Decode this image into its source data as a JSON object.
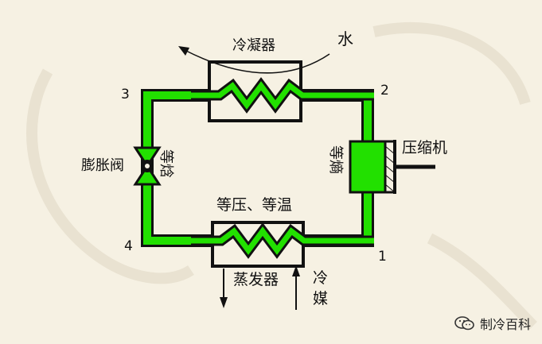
{
  "colors": {
    "background": "#f6f1e3",
    "refrigerant_line": "#22e000",
    "outline": "#111111"
  },
  "labels": {
    "condenser": "冷凝器",
    "water": "水",
    "compressor": "压缩机",
    "isentropic": "等熵",
    "expansion_valve": "膨胀阀",
    "isenthalpic": "等焓",
    "isobaric_isothermal": "等压、等温",
    "evaporator": "蒸发器",
    "refrigerant_medium": "冷媒"
  },
  "points": [
    "1",
    "2",
    "3",
    "4"
  ],
  "watermark": {
    "icon": "wechat-icon",
    "text": "制冷百科"
  }
}
